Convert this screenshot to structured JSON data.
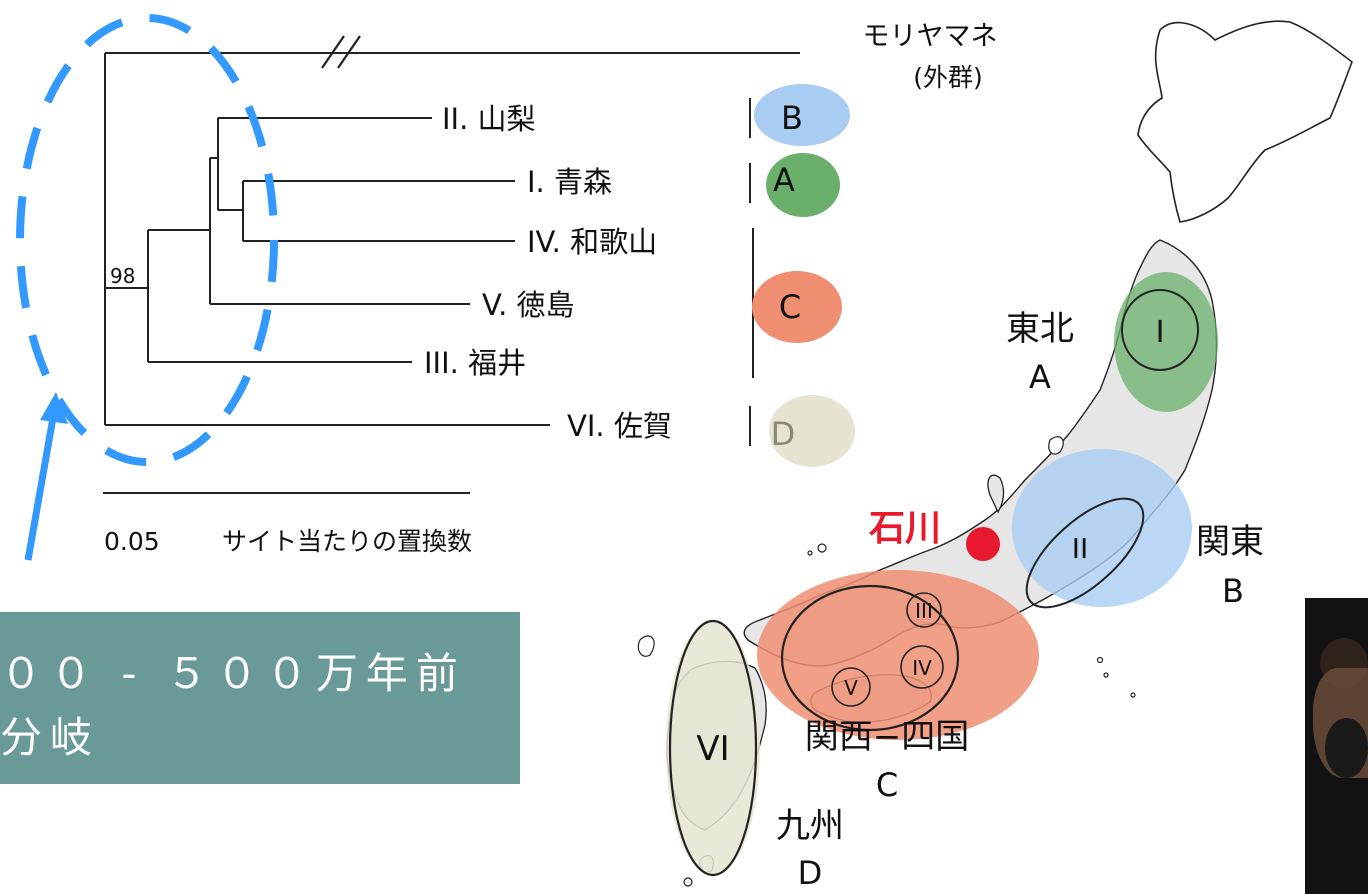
{
  "tree": {
    "outgroup": "モリヤマネ",
    "outgroup_note": "(外群)",
    "leaves": [
      "II. 山梨",
      "I. 青森",
      "IV. 和歌山",
      "V. 徳島",
      "III. 福井",
      "VI. 佐賀"
    ],
    "bootstrap": "98",
    "scale_value": "0.05",
    "scale_label": "サイト当たりの置換数"
  },
  "clades": [
    {
      "letter": "B",
      "color": "#a9cdf2"
    },
    {
      "letter": "A",
      "color": "#6aaf6a"
    },
    {
      "letter": "C",
      "color": "#f08e72"
    },
    {
      "letter": "D",
      "color": "#e6e4d0"
    }
  ],
  "map": {
    "regions": [
      {
        "name": "東北",
        "letter": "A",
        "roman": "I",
        "color": "#6aaf6a"
      },
      {
        "name": "関東",
        "letter": "B",
        "roman": "II",
        "color": "#a9cdf2"
      },
      {
        "name": "関西−四国",
        "letter": "C",
        "romans": [
          "III",
          "IV",
          "V"
        ],
        "color": "#f08e72"
      },
      {
        "name": "九州",
        "letter": "D",
        "roman": "VI",
        "color": "#e6e4d0"
      }
    ],
    "location": {
      "name": "石川",
      "color": "#e8192c"
    }
  },
  "annotation": {
    "line1": "００ - ５００万年前",
    "line2": "分岐",
    "box_color": "#6a9a97",
    "highlight_color": "#3399ff"
  }
}
